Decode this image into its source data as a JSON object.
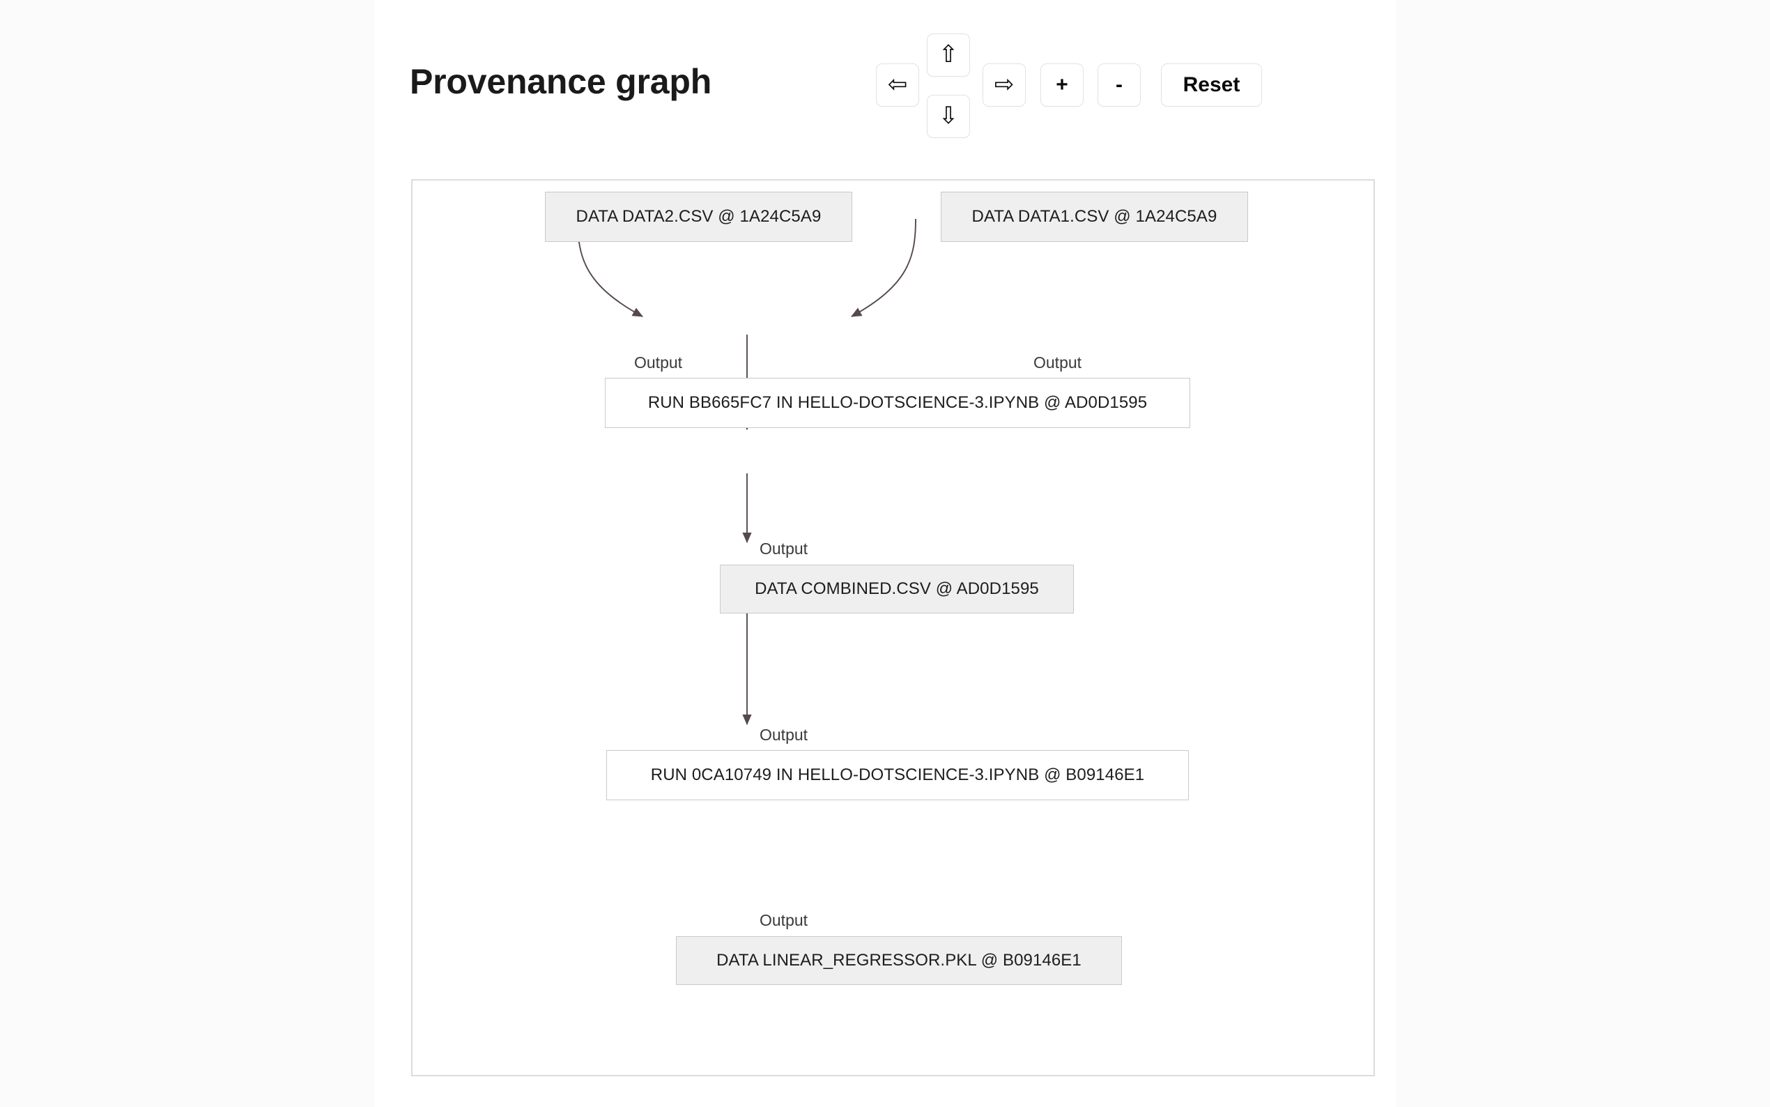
{
  "page": {
    "title": "Provenance graph"
  },
  "controls": {
    "pan_left": {
      "name": "pan-left",
      "glyph": "⇦",
      "label": ""
    },
    "pan_up": {
      "name": "pan-up",
      "glyph": "⇧",
      "label": ""
    },
    "pan_down": {
      "name": "pan-down",
      "glyph": "⇩",
      "label": ""
    },
    "pan_right": {
      "name": "pan-right",
      "glyph": "⇨",
      "label": ""
    },
    "zoom_in": {
      "label": "+"
    },
    "zoom_out": {
      "label": "-"
    },
    "reset": {
      "label": "Reset"
    }
  },
  "colors": {
    "data_node_fill": "#efefef",
    "run_node_fill": "#ffffff",
    "node_border": "#c9c9c9",
    "edge_stroke": "#55494e",
    "canvas_border": "#dcdcdc",
    "page_background": "#ffffff",
    "gutter_background": "#fbfbfb",
    "text": "#1d1d1d"
  },
  "chart_data": {
    "type": "diagram",
    "subtype": "directed-acyclic-provenance-graph",
    "title": "Provenance graph",
    "nodes": [
      {
        "id": "data2",
        "kind": "data",
        "label": "DATA DATA2.CSV @ 1A24C5A9"
      },
      {
        "id": "data1",
        "kind": "data",
        "label": "DATA DATA1.CSV @ 1A24C5A9"
      },
      {
        "id": "run1",
        "kind": "run",
        "label": "RUN BB665FC7 IN HELLO-DOTSCIENCE-3.IPYNB @ AD0D1595"
      },
      {
        "id": "combined",
        "kind": "data",
        "label": "DATA COMBINED.CSV @ AD0D1595"
      },
      {
        "id": "run2",
        "kind": "run",
        "label": "RUN 0CA10749 IN HELLO-DOTSCIENCE-3.IPYNB @ B09146E1"
      },
      {
        "id": "regressor",
        "kind": "data",
        "label": "DATA LINEAR_REGRESSOR.PKL @ B09146E1"
      }
    ],
    "edges": [
      {
        "from": "data2",
        "to": "run1",
        "label": "Output"
      },
      {
        "from": "data1",
        "to": "run1",
        "label": "Output"
      },
      {
        "from": "run1",
        "to": "combined",
        "label": "Output"
      },
      {
        "from": "combined",
        "to": "run2",
        "label": "Output"
      },
      {
        "from": "run2",
        "to": "regressor",
        "label": "Output"
      }
    ]
  }
}
